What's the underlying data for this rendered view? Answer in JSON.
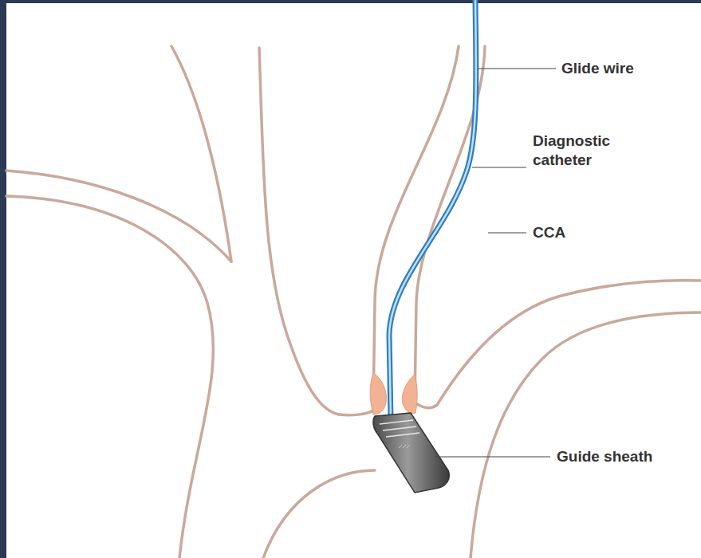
{
  "diagram": {
    "labels": [
      "Glide wire",
      "Diagnostic catheter",
      "CCA",
      "Guide sheath"
    ]
  }
}
